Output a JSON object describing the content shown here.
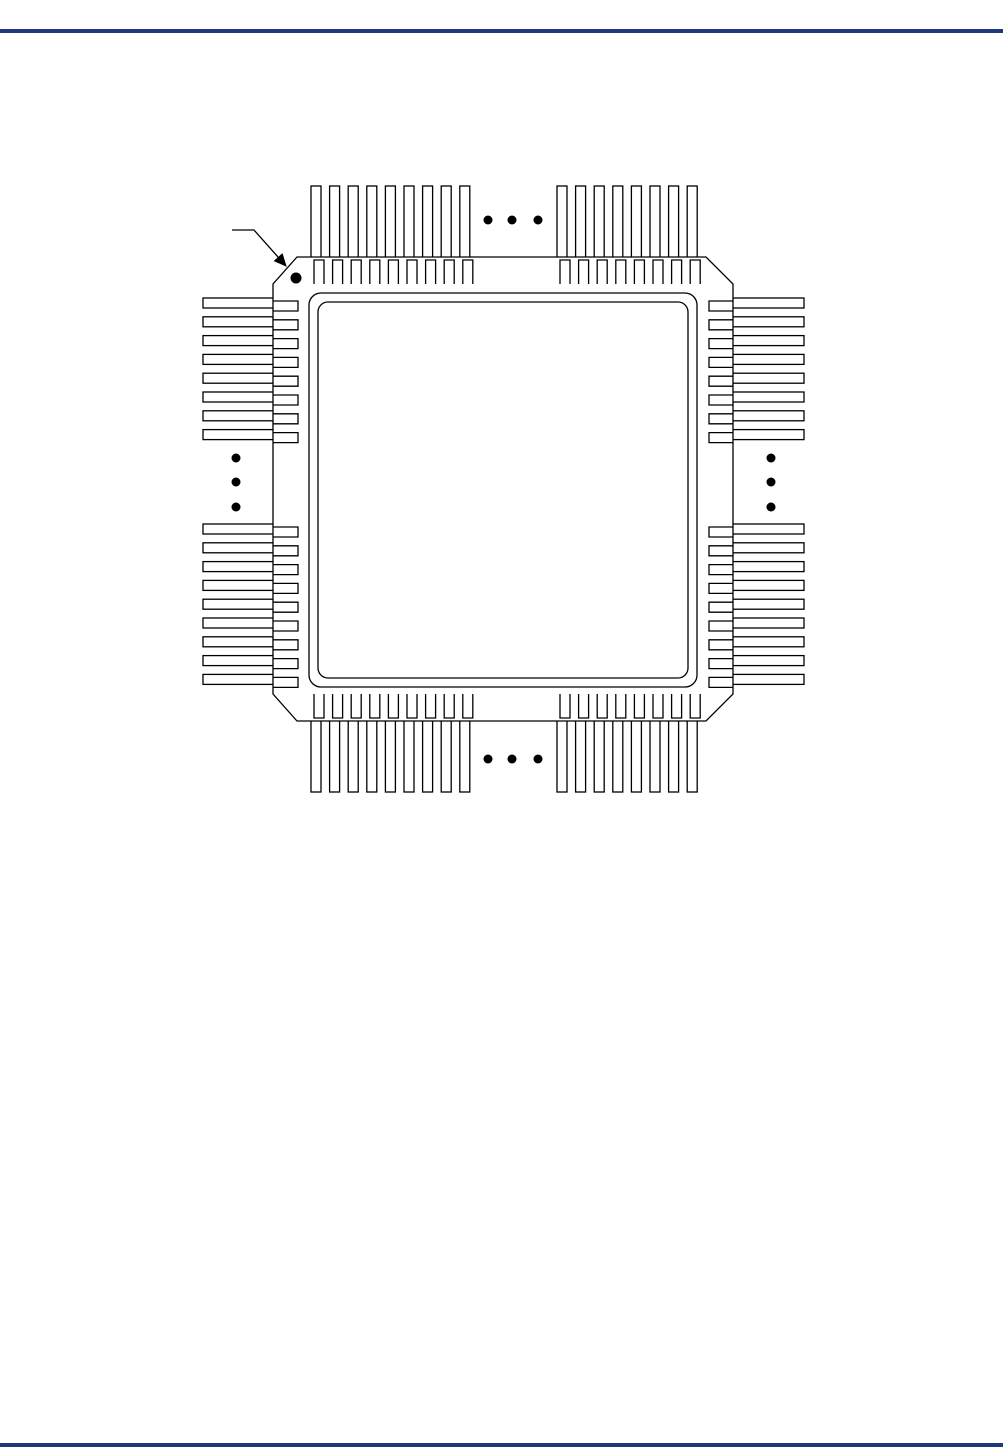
{
  "page": {
    "rule_color": "#1f3a7a"
  },
  "diagram": {
    "kind": "qfp-package-outline",
    "stroke_color": "#000000",
    "fill_color": "#ffffff",
    "pin1_marker": "pin-1-indicator-dot",
    "ellipsis_glyph": "ellipsis-dots",
    "leads": {
      "top_left_group": 9,
      "top_right_group": 8,
      "bottom_left_group": 9,
      "bottom_right_group": 8,
      "left_upper_group": 8,
      "left_lower_group": 9,
      "right_upper_group": 8,
      "right_lower_group": 9
    }
  }
}
